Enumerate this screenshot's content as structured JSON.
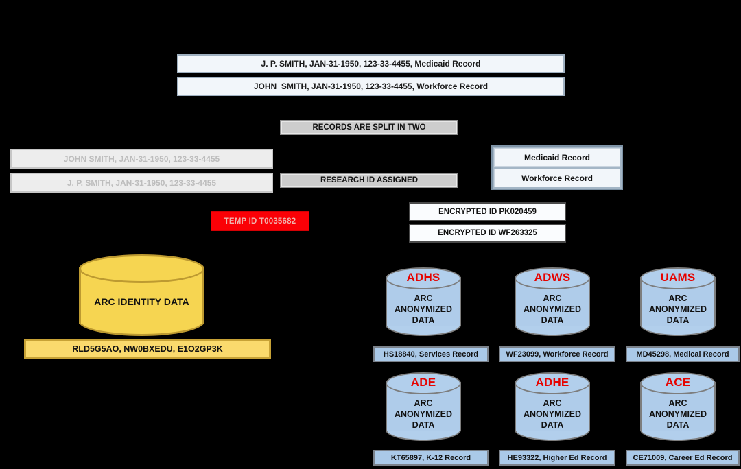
{
  "page": {
    "background": "#000000"
  },
  "top_records": [
    {
      "label": "J. P. SMITH, JAN-31-1950, 123-33-4455, Medicaid Record"
    },
    {
      "label": "JOHN  SMITH, JAN-31-1950, 123-33-4455, Workforce Record"
    }
  ],
  "process_steps": {
    "split": "RECORDS ARE SPLIT IN TWO",
    "research_id": "RESEARCH ID ASSIGNED"
  },
  "faded_records": [
    "JOHN SMITH, JAN-31-1950, 123-33-4455",
    "J. P. SMITH, JAN-31-1950, 123-33-4455"
  ],
  "split_content_records": [
    "Medicaid Record",
    "Workforce Record"
  ],
  "temp_id": "TEMP ID T0035682",
  "encrypted_ids": [
    "ENCRYPTED ID PK020459",
    "ENCRYPTED ID WF263325"
  ],
  "identity_store": {
    "label": "ARC IDENTITY DATA",
    "ids_label": "RLD5G5AO, NW0BXEDU, E1O2GP3K"
  },
  "agency_stores": [
    {
      "agency": "ADHS",
      "body": "ARC ANONYMIZED DATA",
      "record": "HS18840, Services Record"
    },
    {
      "agency": "ADWS",
      "body": "ARC ANONYMIZED DATA",
      "record": "WF23099, Workforce Record"
    },
    {
      "agency": "UAMS",
      "body": "ARC ANONYMIZED DATA",
      "record": "MD45298, Medical Record"
    },
    {
      "agency": "ADE",
      "body": "ARC ANONYMIZED DATA",
      "record": "KT65897, K-12 Record"
    },
    {
      "agency": "ADHE",
      "body": "ARC ANONYMIZED DATA",
      "record": "HE93322, Higher Ed Record"
    },
    {
      "agency": "ACE",
      "body": "ARC ANONYMIZED DATA",
      "record": "CE71009, Career Ed Record"
    }
  ],
  "colors": {
    "background": "#000000",
    "record_box_bg": "#f2f6fa",
    "process_box_bg": "#cdcdcd",
    "temp_id_bg": "#fb0006",
    "identity_fill": "#f6d551",
    "identity_border": "#bd9a31",
    "agency_fill": "#afccea",
    "agency_name_red": "#e60300"
  }
}
